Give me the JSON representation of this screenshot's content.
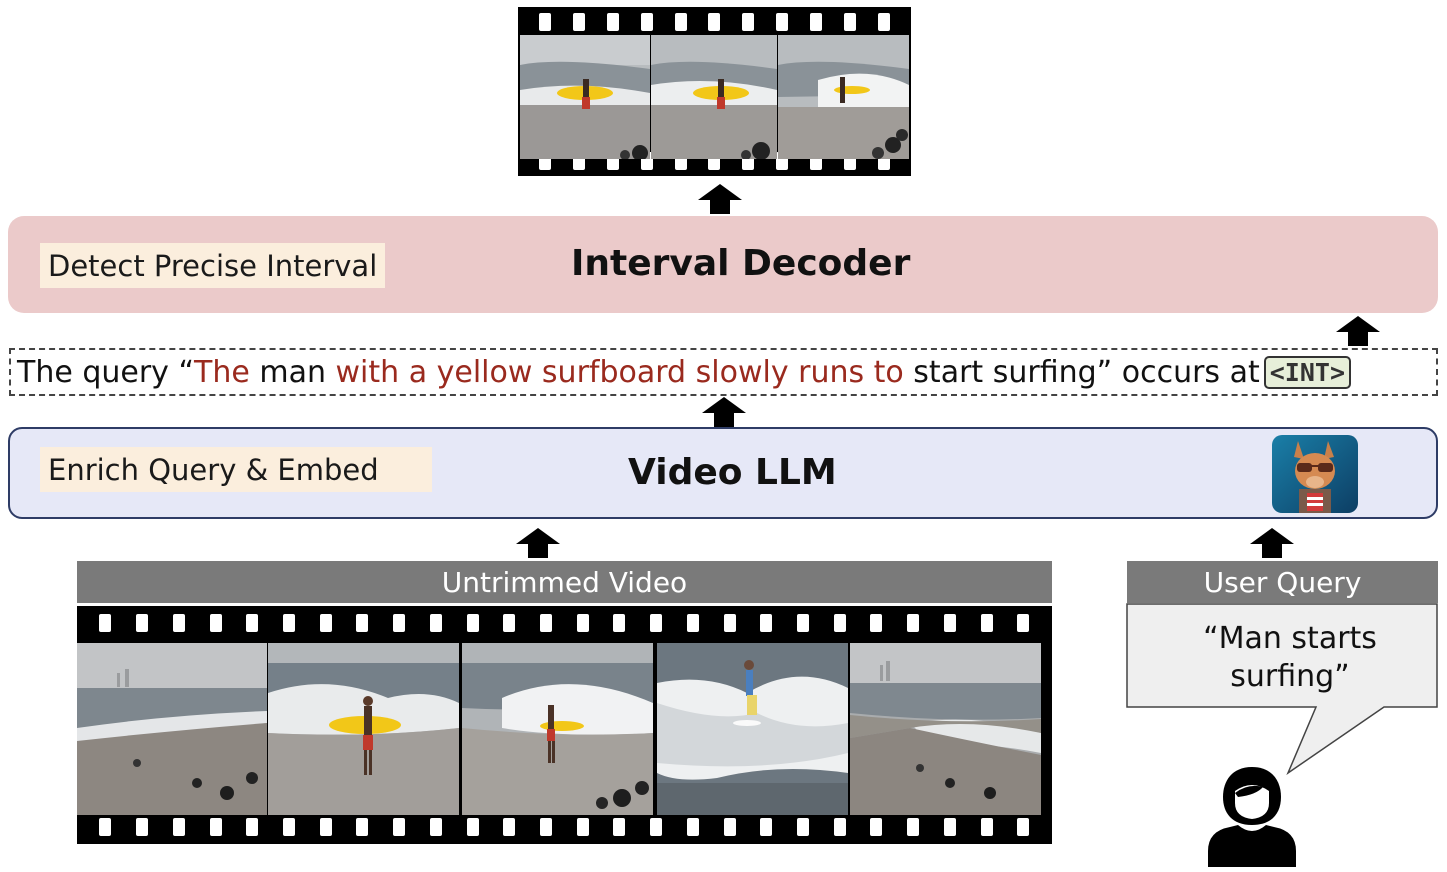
{
  "decoder": {
    "tag": "Detect Precise Interval",
    "title": "Interval Decoder"
  },
  "query_line": {
    "parts": [
      {
        "text": "The query “",
        "style": "normal"
      },
      {
        "text": "The",
        "style": "red"
      },
      {
        "text": " man ",
        "style": "normal"
      },
      {
        "text": "with a yellow surfboard slowly runs to",
        "style": "red"
      },
      {
        "text": " start surfing” occurs at",
        "style": "normal"
      }
    ],
    "token": "<INT>"
  },
  "llm": {
    "tag": "Enrich Query & Embed",
    "title": "Video LLM",
    "logo_icon": "llama-with-sunglasses-icon"
  },
  "video": {
    "label": "Untrimmed Video"
  },
  "user": {
    "label": "User Query",
    "query": "“Man starts surfing”",
    "icon": "user-silhouette-icon"
  },
  "colors": {
    "decoder_bg": "#ebcaca",
    "llm_bg": "#e6e8f7",
    "highlight_red": "#9a2a1e",
    "tag_bg": "#fbeedd"
  }
}
